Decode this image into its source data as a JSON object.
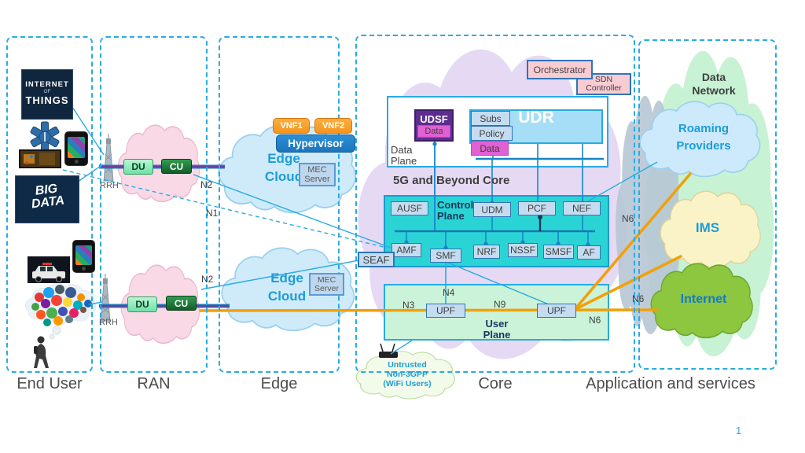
{
  "slide": {
    "page_number": "1"
  },
  "sections": {
    "end_user": "End User",
    "ran": "RAN",
    "edge": "Edge",
    "core": "Core",
    "apps": "Application and services"
  },
  "end_user": {
    "iot": {
      "l1": "INTERNET",
      "l2": "OF",
      "l3": "THINGS"
    },
    "big_data": {
      "l1": "BIG",
      "l2": "DATA"
    }
  },
  "ran": {
    "rrh": "RRH",
    "du": "DU",
    "cu": "CU"
  },
  "edge": {
    "cloud_l1": "Edge",
    "cloud_l2": "Cloud",
    "vnf1": "VNF1",
    "vnf2": "VNF2",
    "hypervisor": "Hypervisor",
    "mec_l1": "MEC",
    "mec_l2": "Server"
  },
  "core": {
    "orchestrator": "Orchestrator",
    "sdn_l1": "SDN",
    "sdn_l2": "Controller",
    "data_plane_l1": "Data",
    "data_plane_l2": "Plane",
    "udsf": "UDSF",
    "udsf_data": "Data",
    "udr": "UDR",
    "udr_subs": "Subs",
    "udr_policy": "Policy",
    "udr_data": "Data",
    "title": "5G and Beyond Core",
    "control_plane_l1": "Control",
    "control_plane_l2": "Plane",
    "nf_top": [
      "AUSF",
      "UDM",
      "PCF",
      "NEF"
    ],
    "nf_bottom": [
      "AMF",
      "SMF",
      "NRF",
      "NSSF",
      "SMSF",
      "AF"
    ],
    "seaf": "SEAF",
    "user_plane_l1": "User",
    "user_plane_l2": "Plane",
    "upf": "UPF",
    "untrusted_l1": "Untrusted",
    "untrusted_l2": "Non-3GPP",
    "untrusted_l3": "(WiFi Users)"
  },
  "interfaces": {
    "n1": "N1",
    "n2": "N2",
    "n3": "N3",
    "n4": "N4",
    "n6": "N6",
    "n9": "N9"
  },
  "apps": {
    "data_network_l1": "Data",
    "data_network_l2": "Network",
    "roaming_l1": "Roaming",
    "roaming_l2": "Providers",
    "ims": "IMS",
    "internet": "Internet"
  },
  "colors": {
    "accent_blue": "#29ABE2",
    "control_plane_fill": "#2BD4D4",
    "user_plane_fill": "#CBF3DA",
    "orange_line": "#F2A007",
    "udsf_purple": "#5B2D8E",
    "magenta_data": "#E160D2",
    "nf_box_fill": "#C5DCF0",
    "vnf_orange": "#F7941D",
    "hypervisor_blue": "#1B75BC"
  }
}
